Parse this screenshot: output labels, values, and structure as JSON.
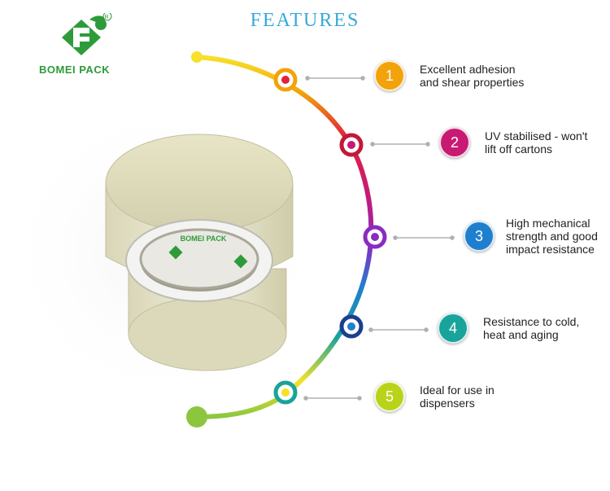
{
  "title": "FEATURES",
  "brand": {
    "name": "BOMEI PACK",
    "registered": "R"
  },
  "product_tape_text": "BOMEI PACK",
  "features": [
    {
      "number": "1",
      "text_line1": "Excellent adhesion",
      "text_line2": "and shear properties",
      "color": "#f3a20a"
    },
    {
      "number": "2",
      "text_line1": "UV stabilised - won't",
      "text_line2": "lift off cartons",
      "color": "#c81a73"
    },
    {
      "number": "3",
      "text_line1": "High mechanical",
      "text_line2": "strength and good",
      "text_line3": "impact resistance",
      "color": "#1f7fcf"
    },
    {
      "number": "4",
      "text_line1": "Resistance to cold,",
      "text_line2": "heat and aging",
      "color": "#1aa39a"
    },
    {
      "number": "5",
      "text_line1": "Ideal for use in",
      "text_line2": "dispensers",
      "color": "#b9d319"
    }
  ]
}
